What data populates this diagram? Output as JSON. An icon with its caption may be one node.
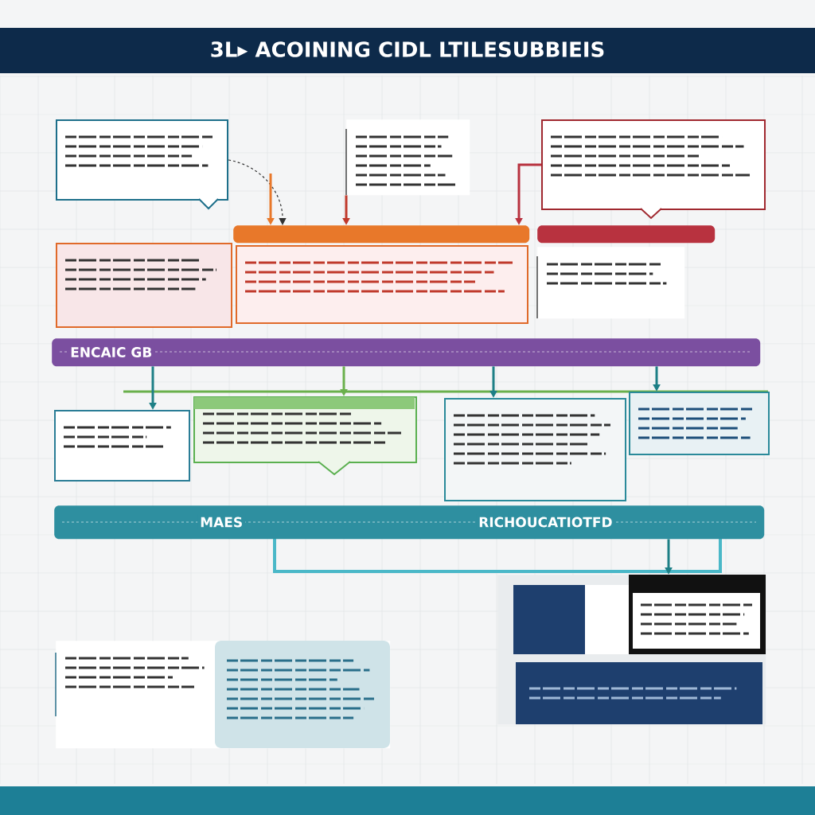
{
  "diagram": {
    "title": "3L▸ ACOINING CIDL LTILESUBBIEIS",
    "nodes": [
      {
        "text": [],
        "shape": "box"
      },
      {
        "text": [],
        "shape": "box"
      },
      {
        "text": [],
        "shape": "box"
      },
      {
        "text": [],
        "shape": "bar"
      },
      {
        "text": [],
        "shape": "bar"
      },
      {
        "text": [],
        "shape": "box"
      },
      {
        "text": [],
        "shape": "box"
      },
      {
        "text": [],
        "shape": "box"
      },
      {
        "text": [
          "ENCAIC GB"
        ]
      },
      {
        "text": [],
        "shape": "box"
      },
      {
        "text": [],
        "shape": "box"
      },
      {
        "text": [],
        "shape": "box"
      },
      {
        "text": [],
        "shape": "box"
      },
      {
        "text": [
          "MAES",
          "RICHOUCATIOTFD"
        ]
      },
      {
        "text": [],
        "shape": "box"
      },
      {
        "text": [],
        "shape": "picture"
      }
    ],
    "edges": [
      {
        "from": 0,
        "to": 3,
        "arrow": "to",
        "style": "dashed",
        "color": "#333333"
      },
      {
        "from": null,
        "to": 3,
        "arrow": "to",
        "color": "#e8782a"
      },
      {
        "from": 1,
        "to": 3,
        "arrow": "to",
        "color": "#c0392b"
      },
      {
        "from": 2,
        "to": 3,
        "arrow": "to",
        "color": "#b8323f"
      },
      {
        "from": 8,
        "to": 9,
        "arrow": "to"
      },
      {
        "from": 8,
        "to": 10,
        "arrow": "to",
        "color": "#6ab04c"
      },
      {
        "from": 8,
        "to": 11,
        "arrow": "to"
      },
      {
        "from": 8,
        "to": 12,
        "arrow": "to"
      },
      {
        "from": 13,
        "to": 15,
        "arrow": "to"
      }
    ]
  }
}
